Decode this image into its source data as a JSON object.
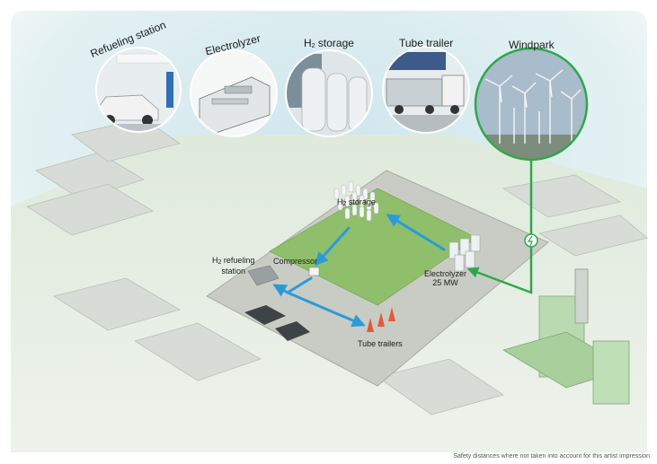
{
  "headers": {
    "refueling": "Refueling station",
    "electrolyzer": "Electrolyzer",
    "h2_storage_prefix": "H",
    "h2_storage_sub": "2",
    "h2_storage_suffix": " storage",
    "tube_trailer": "Tube trailer",
    "windpark": "Windpark"
  },
  "site_labels": {
    "h2_storage_prefix": "H",
    "h2_storage_sub": "2",
    "h2_storage_suffix": " storage",
    "compressor": "Compressor",
    "refuel_line1_prefix": "H",
    "refuel_line1_sub": "2",
    "refuel_line1_suffix": " refueling",
    "refuel_line2": "station",
    "electrolyzer_line1": "Electrolyzer",
    "electrolyzer_line2": "25 MW",
    "tube_trailers": "Tube trailers"
  },
  "footnote": "Safety distances where not taken into account for this artist impression",
  "colors": {
    "flow_blue": "#2b9bd8",
    "power_green": "#2ea84a",
    "field_green": "#8fbf6a",
    "sky": "#d8ecf0"
  }
}
